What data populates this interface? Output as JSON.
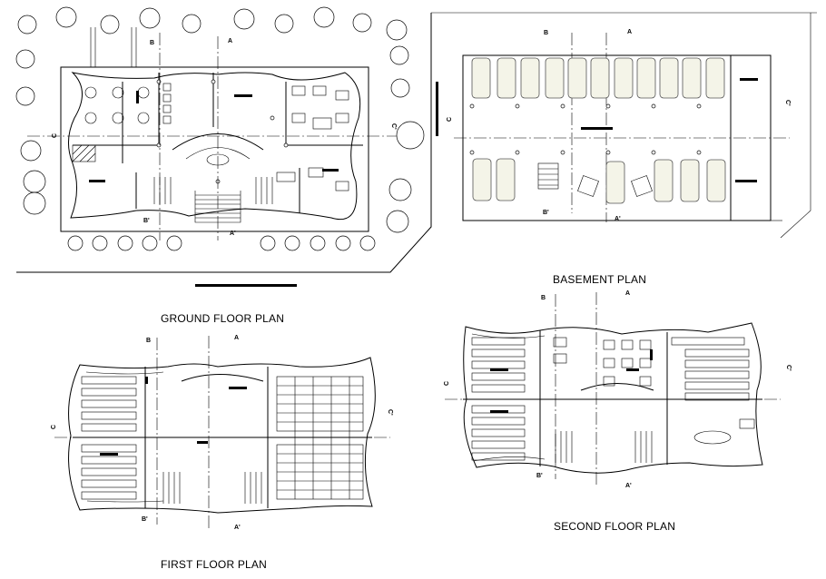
{
  "titles": {
    "ground": "GROUND FLOOR PLAN",
    "basement": "BASEMENT PLAN",
    "first": "FIRST FLOOR PLAN",
    "second": "SECOND FLOOR PLAN"
  },
  "section_marks": {
    "A": "A",
    "A_prime": "A'",
    "B": "B",
    "B_prime": "B'",
    "C": "C",
    "C_prime": "C'"
  },
  "colors": {
    "line": "#000000",
    "car": "#f4f4e8",
    "background": "#ffffff"
  }
}
